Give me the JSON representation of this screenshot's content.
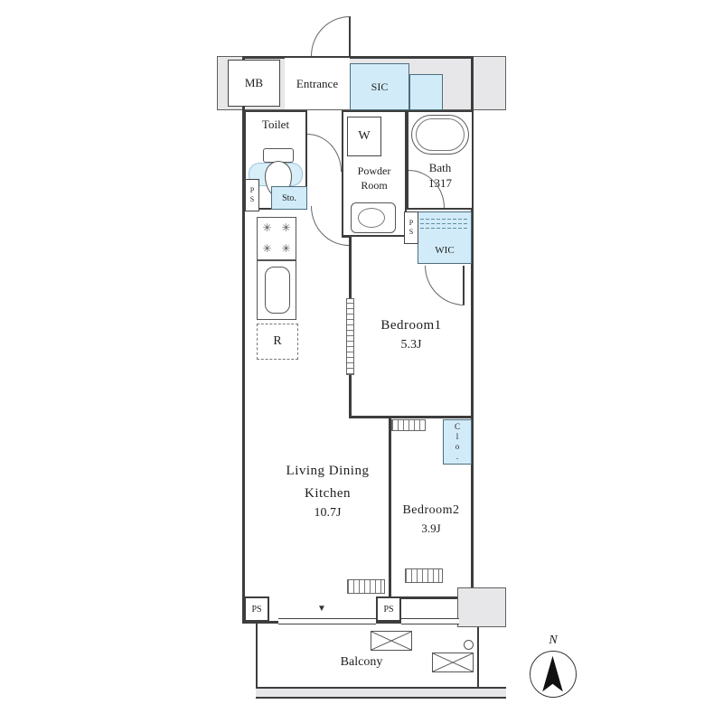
{
  "plan": {
    "mb_label": "MB",
    "entrance_label": "Entrance",
    "sic_label": "SIC",
    "toilet_label": "Toilet",
    "sto_label": "Sto.",
    "ps_label": "PS",
    "powder_line1": "Powder",
    "powder_line2": "Room",
    "washer_label": "W",
    "bath_line1": "Bath",
    "bath_line2": "1317",
    "wic_label": "WIC",
    "bedroom1_name": "Bedroom1",
    "bedroom1_size": "5.3J",
    "fridge_label": "R",
    "ldk_line1": "Living Dining",
    "ldk_line2": "Kitchen",
    "ldk_size": "10.7J",
    "bedroom2_name": "Bedroom2",
    "bedroom2_size": "3.9J",
    "closet_label": "Clo.",
    "balcony_label": "Balcony",
    "north_label": "N",
    "window_marker": "▼",
    "burner_symbol": "✳"
  },
  "colors": {
    "storage_fill": "#d2ebf8",
    "structure_fill": "#e7e7e9",
    "wall_color": "#3d3d3d"
  }
}
